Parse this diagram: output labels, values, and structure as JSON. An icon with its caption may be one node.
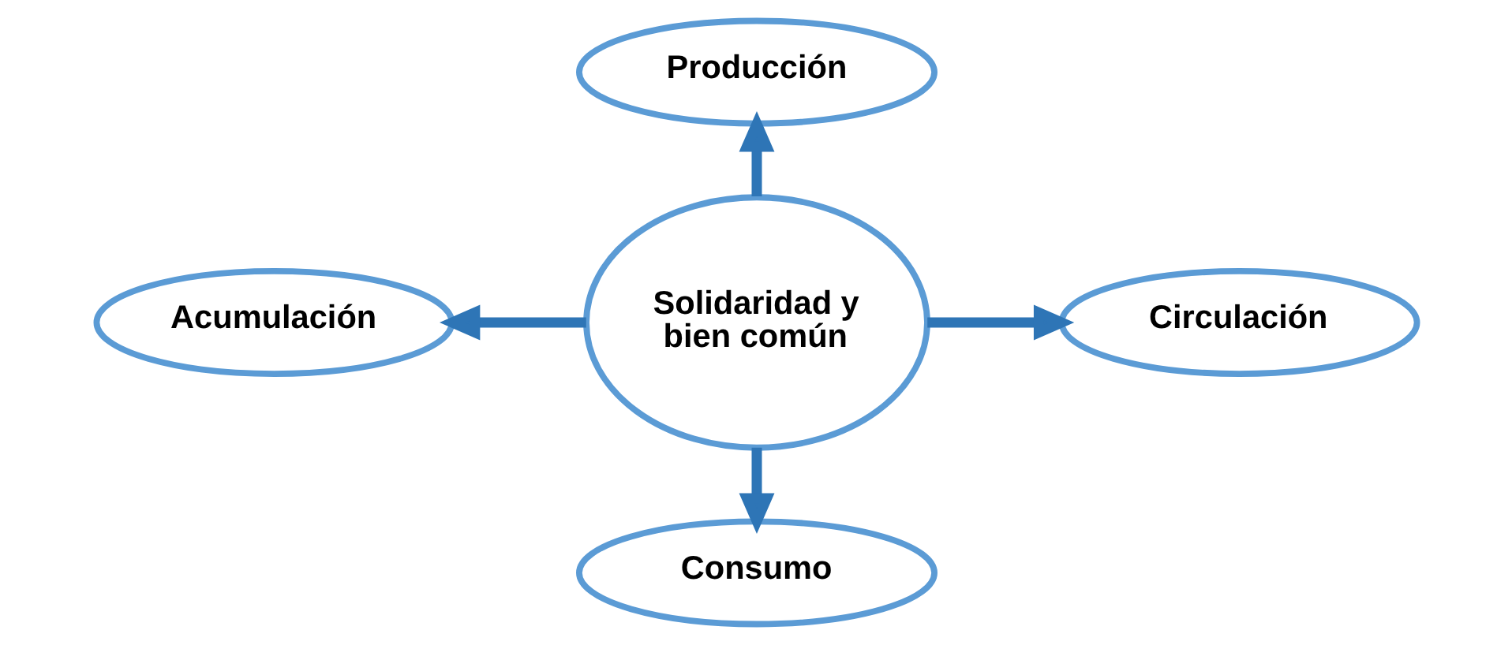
{
  "diagram": {
    "nodes": [
      {
        "text": [
          "Producción"
        ]
      },
      {
        "text": [
          "Acumulación"
        ]
      },
      {
        "text": [
          "Solidaridad y bien común"
        ]
      },
      {
        "text": [
          "Circulación"
        ]
      },
      {
        "text": [
          "Consumo"
        ]
      }
    ],
    "edges": [
      {
        "from": 2,
        "to": 0,
        "arrow": "to"
      },
      {
        "from": 2,
        "to": 1,
        "arrow": "to"
      },
      {
        "from": 2,
        "to": 3,
        "arrow": "to"
      },
      {
        "from": 2,
        "to": 4,
        "arrow": "to"
      }
    ]
  }
}
